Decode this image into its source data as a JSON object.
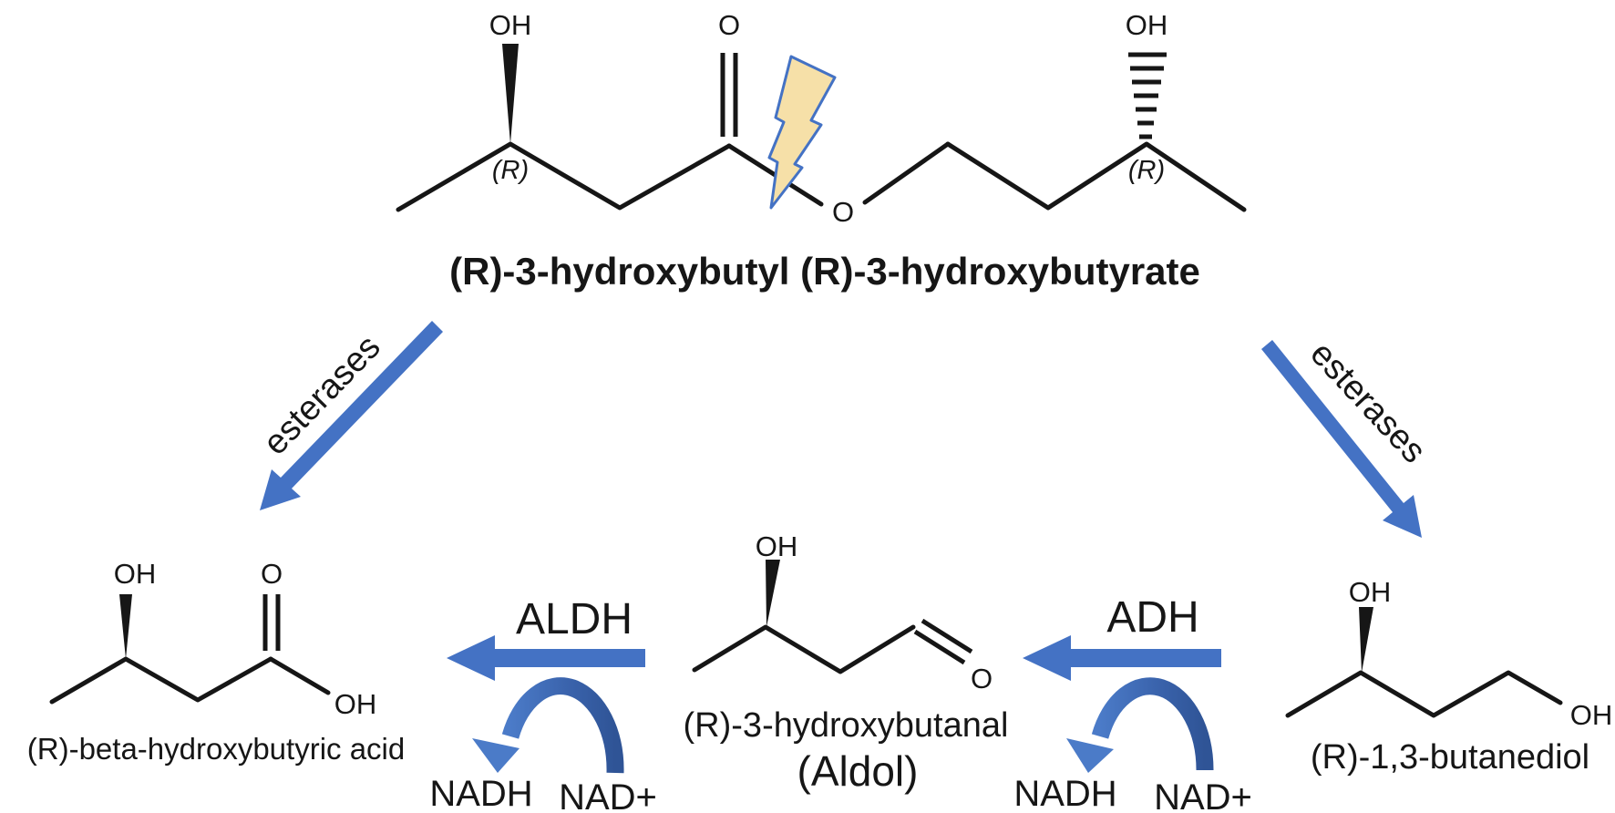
{
  "figure": {
    "type": "reaction-scheme",
    "background": "#ffffff"
  },
  "colors": {
    "arrow_blue": "#4472C4",
    "arch_gradient_start": "#4B7BC8",
    "arch_gradient_end": "#2F5496",
    "bolt_fill": "#F6E0A8",
    "bolt_stroke": "#4472C4",
    "ink": "#161616"
  },
  "molecules": {
    "top": {
      "name": "(R)-3-hydroxybutyl (R)-3-hydroxybutyrate",
      "labels": {
        "oh_left": "OH",
        "o_carbonyl": "O",
        "o_ester": "O",
        "oh_right": "OH",
        "r_left": "(R)",
        "r_right": "(R)"
      }
    },
    "acid": {
      "name": "(R)-beta-hydroxybutyric acid",
      "labels": {
        "oh_top": "OH",
        "o_carbonyl": "O",
        "oh_acid": "OH"
      }
    },
    "aldehyde": {
      "name": "(R)-3-hydroxybutanal",
      "alt_name": "(Aldol)",
      "labels": {
        "oh_top": "OH",
        "o_carbonyl": "O"
      }
    },
    "diol": {
      "name": "(R)-1,3-butanediol",
      "labels": {
        "oh_top": "OH",
        "oh_end": "OH"
      }
    }
  },
  "enzymes": {
    "esterases_left": "esterases",
    "esterases_right": "esterases",
    "aldh": "ALDH",
    "adh": "ADH"
  },
  "cofactors": {
    "aldh": {
      "from": "NAD+",
      "to": "NADH"
    },
    "adh": {
      "from": "NAD+",
      "to": "NADH"
    }
  }
}
